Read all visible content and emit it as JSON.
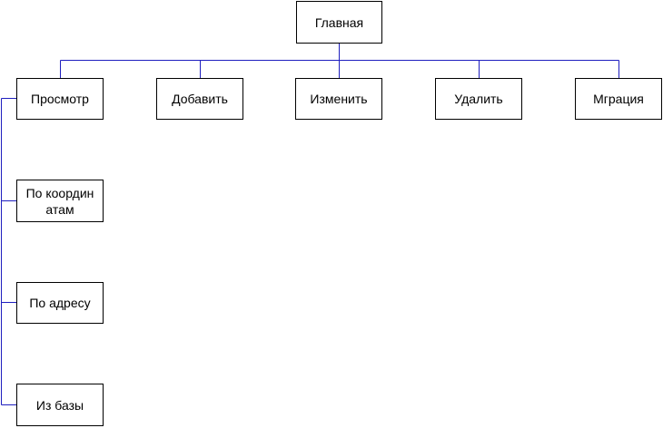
{
  "colors": {
    "connector": "#1f1fbf",
    "box_border": "#000000",
    "background": "#ffffff"
  },
  "root": {
    "label": "Главная"
  },
  "level1": [
    {
      "label": "Просмотр"
    },
    {
      "label": "Добавить"
    },
    {
      "label": "Изменить"
    },
    {
      "label": "Удалить"
    },
    {
      "label": "Мграция"
    }
  ],
  "view_children": [
    {
      "label": "По координатам"
    },
    {
      "label": "По адресу"
    },
    {
      "label": "Из базы"
    }
  ]
}
